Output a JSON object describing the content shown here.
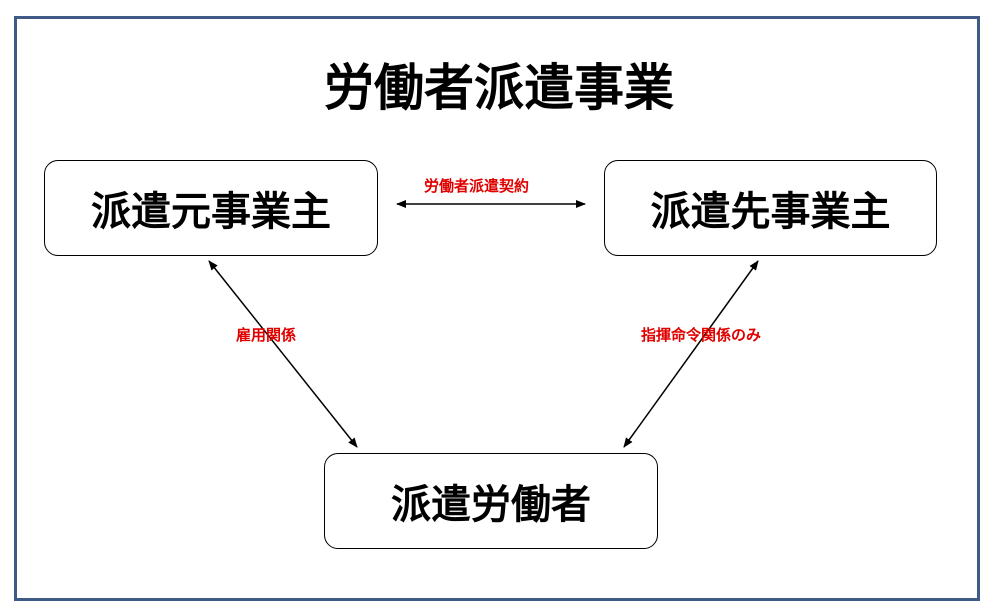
{
  "title": "労働者派遣事業",
  "boxes": {
    "source": "派遣元事業主",
    "destination": "派遣先事業主",
    "worker": "派遣労働者"
  },
  "relations": {
    "contract": "労働者派遣契約",
    "employment": "雇用関係",
    "command": "指揮命令関係のみ"
  },
  "colors": {
    "frame": "#3f5a84",
    "relation_label": "#e00000",
    "line": "#000000"
  }
}
